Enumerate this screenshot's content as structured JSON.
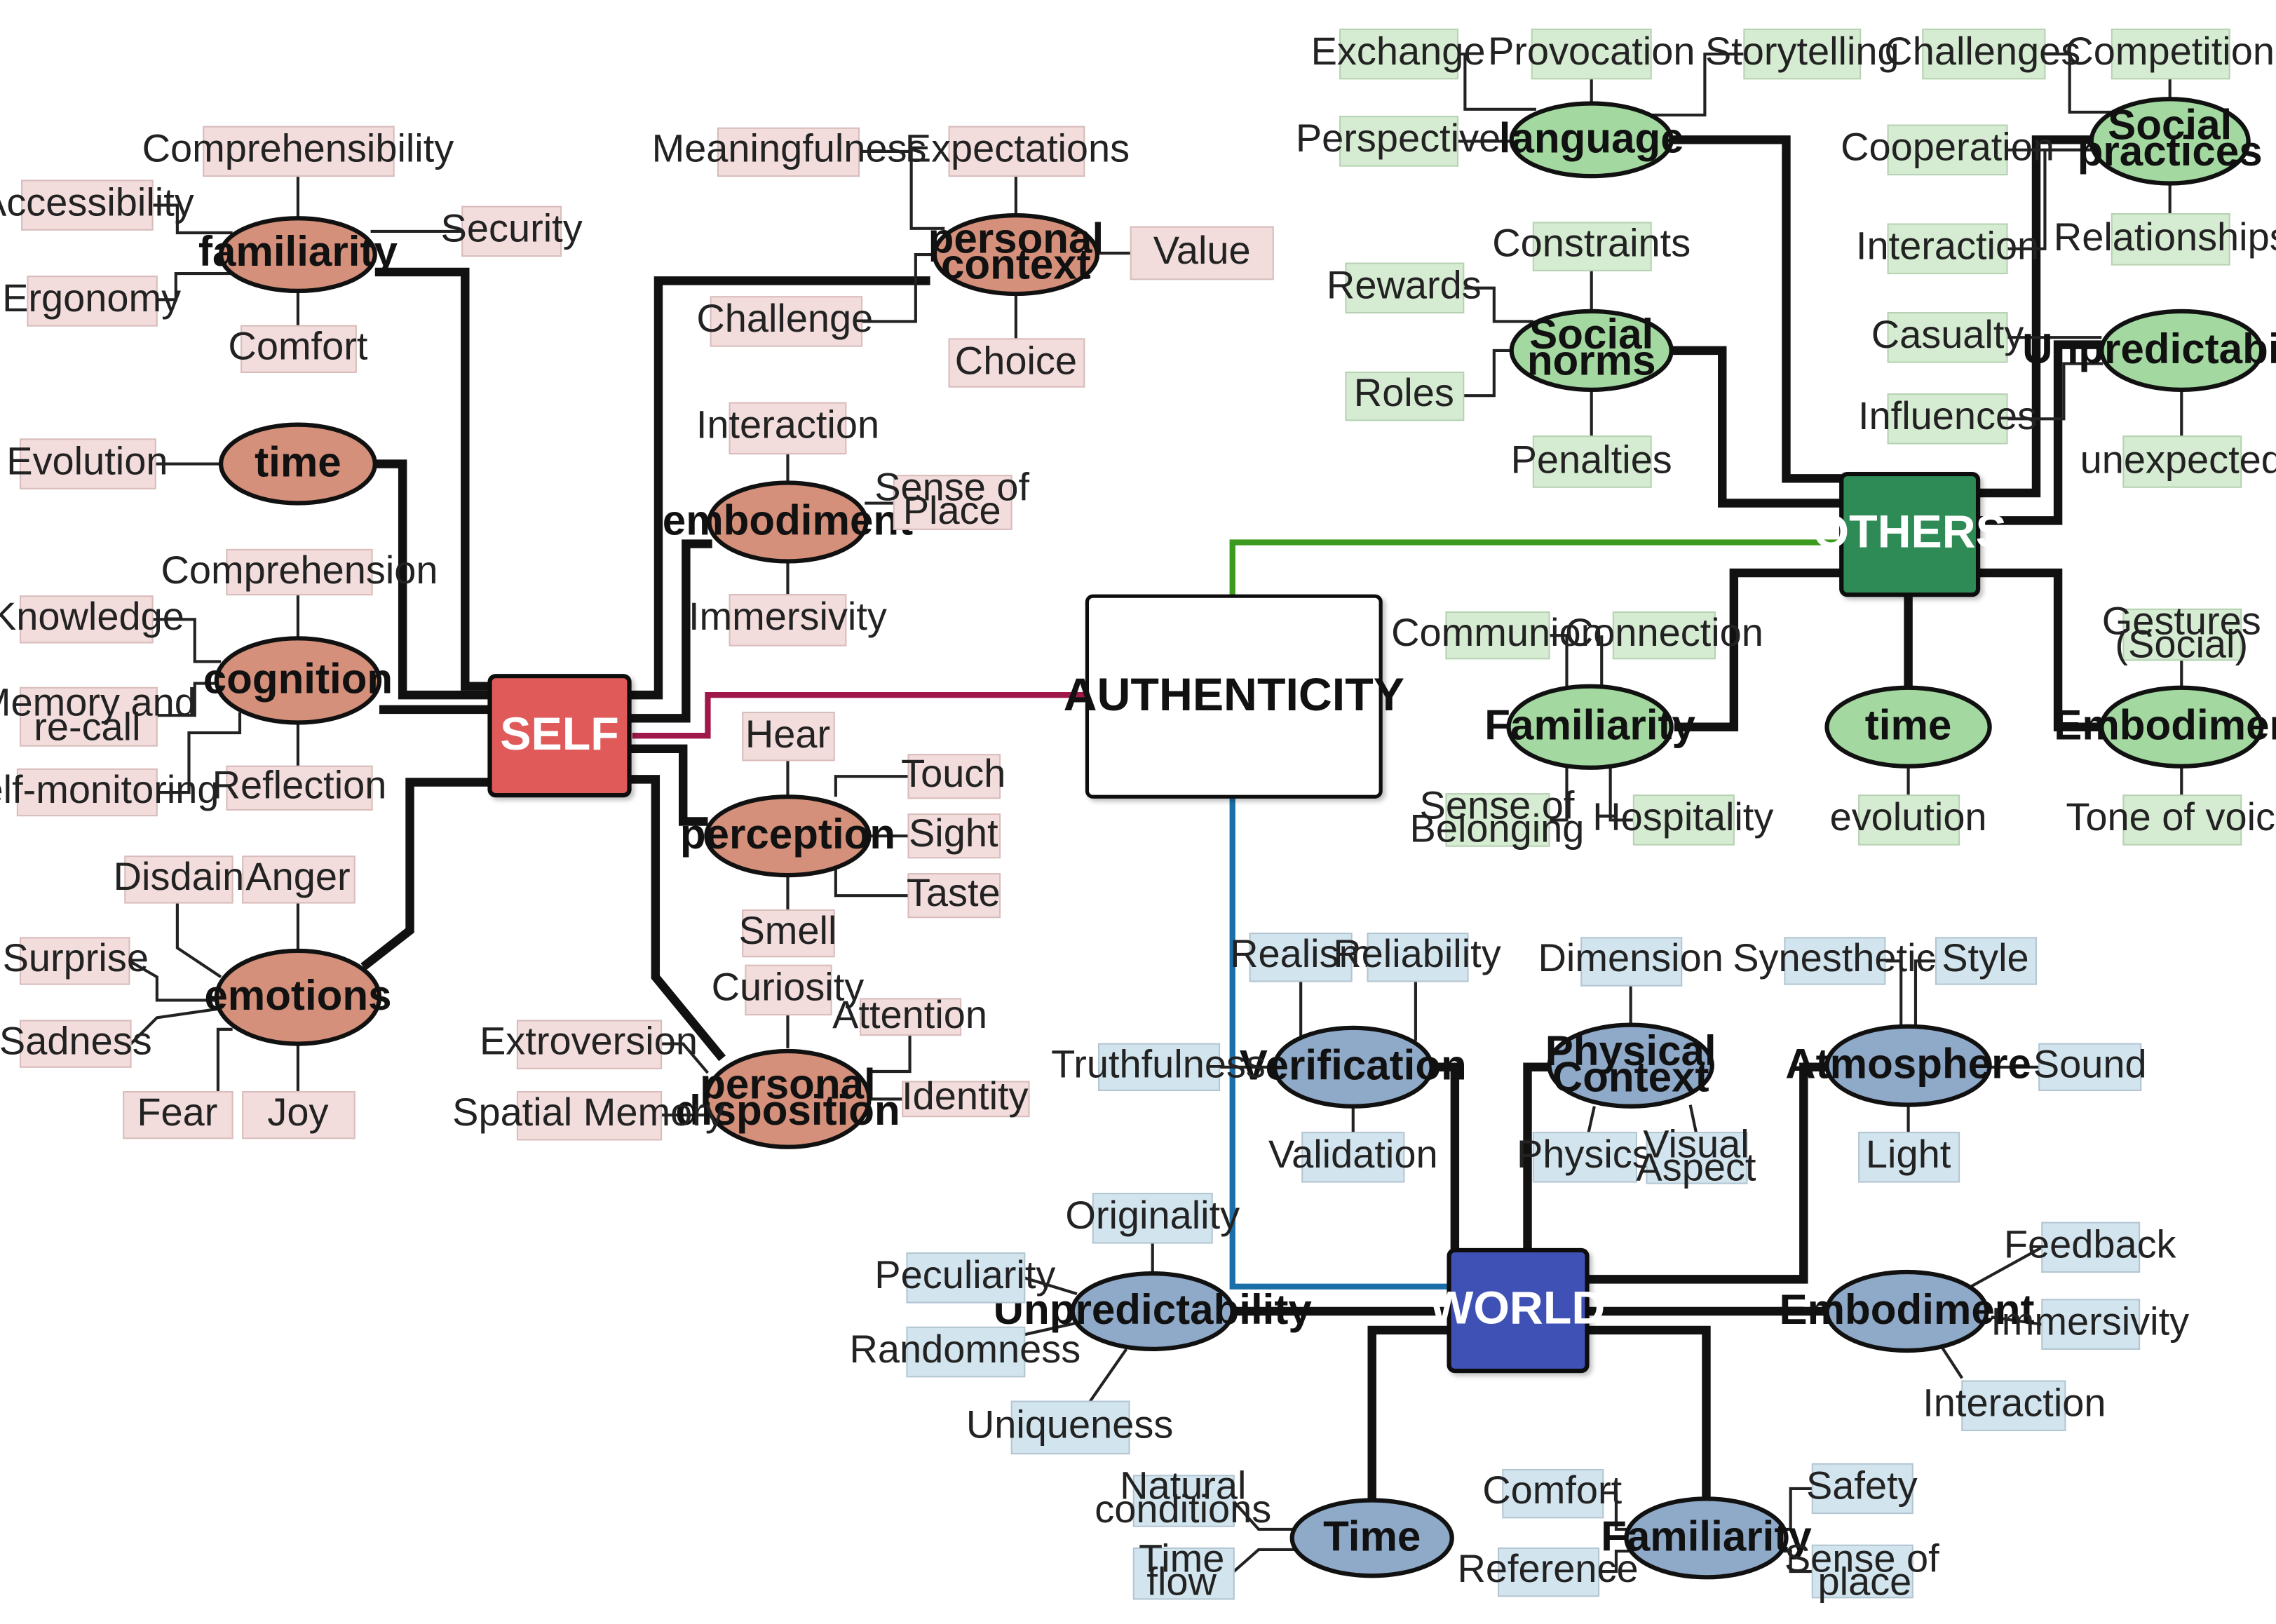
{
  "colors": {
    "self_hub": "#e05a5a",
    "self_node": "#d4907a",
    "self_leaf": "#f2dcdc",
    "others_hub": "#2e8b57",
    "others_node": "#a3d9a0",
    "others_leaf": "#d6ecd2",
    "world_hub": "#3f51b5",
    "world_node": "#8fa9c8",
    "world_leaf": "#d2e4ee",
    "self_link": "#a0184a",
    "others_link": "#3c9a1e",
    "world_link": "#1b6fa8"
  },
  "center": {
    "label": "AUTHENTICITY"
  },
  "hubs": {
    "self": "SELF",
    "others": "OTHERS",
    "world": "WORLD"
  },
  "self": {
    "familiarity": {
      "label": "familiarity",
      "leaves": [
        "Comprehensibility",
        "Accessibility",
        "Security",
        "Ergonomy",
        "Comfort"
      ]
    },
    "time": {
      "label": "time",
      "leaves": [
        "Evolution"
      ]
    },
    "cognition": {
      "label": "cognition",
      "leaves": [
        "Comprehension",
        "Knowledge",
        "Memory and",
        "re-call",
        "Self-monitoring",
        "Reflection"
      ]
    },
    "emotions": {
      "label": "emotions",
      "leaves": [
        "Disdain",
        "Anger",
        "Surprise",
        "Sadness",
        "Fear",
        "Joy"
      ]
    },
    "personal_context": {
      "label_1": "personal",
      "label_2": "context",
      "leaves": [
        "Meaningfulness",
        "Expectations",
        "Value",
        "Challenge",
        "Choice"
      ]
    },
    "embodiment": {
      "label": "embodiment",
      "leaves": [
        "Interaction",
        "Sense of",
        "Place",
        "Immersivity"
      ]
    },
    "perception": {
      "label": "perception",
      "leaves": [
        "Hear",
        "Touch",
        "Sight",
        "Taste",
        "Smell"
      ]
    },
    "personal_disposition": {
      "label_1": "personal",
      "label_2": "disposition",
      "leaves": [
        "Curiosity",
        "Attention",
        "Extroversion",
        "Identity",
        "Spatial Memory"
      ]
    }
  },
  "others": {
    "language": {
      "label": "language",
      "leaves": [
        "Exchange",
        "Provocation",
        "Storytelling",
        "Perspective"
      ]
    },
    "social_norms": {
      "label_1": "Social",
      "label_2": "norms",
      "leaves": [
        "Constraints",
        "Rewards",
        "Roles",
        "Penalties"
      ]
    },
    "social_practices": {
      "label_1": "Social",
      "label_2": "practices",
      "leaves": [
        "Challenges",
        "Competition",
        "Cooperation",
        "Interaction",
        "Relationships"
      ]
    },
    "unpredictability": {
      "label": "Unpredictability",
      "leaves": [
        "Casualty",
        "Influences",
        "unexpected"
      ]
    },
    "familiarity": {
      "label": "Familiarity",
      "leaves": [
        "Communion",
        "Connection",
        "Sense of",
        "Belonging",
        "Hospitality"
      ]
    },
    "time": {
      "label": "time",
      "leaves": [
        "evolution"
      ]
    },
    "embodiment": {
      "label": "Embodiment",
      "leaves": [
        "Gestures",
        "(Social)",
        "Tone of voice"
      ]
    }
  },
  "world": {
    "verification": {
      "label": "Verification",
      "leaves": [
        "Realism",
        "Reliability",
        "Truthfulness",
        "Validation"
      ]
    },
    "physical_context": {
      "label_1": "Physical",
      "label_2": "Context",
      "leaves": [
        "Dimension",
        "Physics",
        "Visual",
        "Aspect"
      ]
    },
    "atmosphere": {
      "label": "Atmosphere",
      "leaves": [
        "Synesthetic",
        "Style",
        "Sound",
        "Light"
      ]
    },
    "unpredictability": {
      "label": "Unpredictability",
      "leaves": [
        "Originality",
        "Peculiarity",
        "Randomness",
        "Uniqueness"
      ]
    },
    "embodiment": {
      "label": "Embodiment",
      "leaves": [
        "Feedback",
        "Immersivity",
        "Interaction"
      ]
    },
    "time": {
      "label": "Time",
      "leaves": [
        "Natural",
        "conditions",
        "Time",
        "flow"
      ]
    },
    "familiarity": {
      "label": "Familiarity",
      "leaves": [
        "Comfort",
        "Safety",
        "Reference",
        "Sense of",
        "place"
      ]
    }
  }
}
